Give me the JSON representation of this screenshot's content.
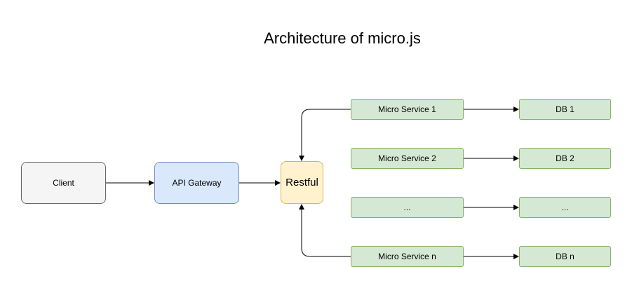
{
  "title": "Architecture of micro.js",
  "nodes": {
    "client": "Client",
    "api_gateway": "API Gateway",
    "restful": "Restful"
  },
  "services": [
    {
      "label": "Micro Service 1",
      "db": "DB 1"
    },
    {
      "label": "Micro Service 2",
      "db": "DB 2"
    },
    {
      "label": "...",
      "db": "..."
    },
    {
      "label": "Micro Service n",
      "db": "DB n"
    }
  ],
  "colors": {
    "client_fill": "#f5f5f5",
    "client_stroke": "#666666",
    "gateway_fill": "#dae8fc",
    "gateway_stroke": "#6c8ebf",
    "restful_fill": "#fff2cc",
    "restful_stroke": "#d6b656",
    "service_fill": "#d5e8d4",
    "service_stroke": "#82b366"
  }
}
